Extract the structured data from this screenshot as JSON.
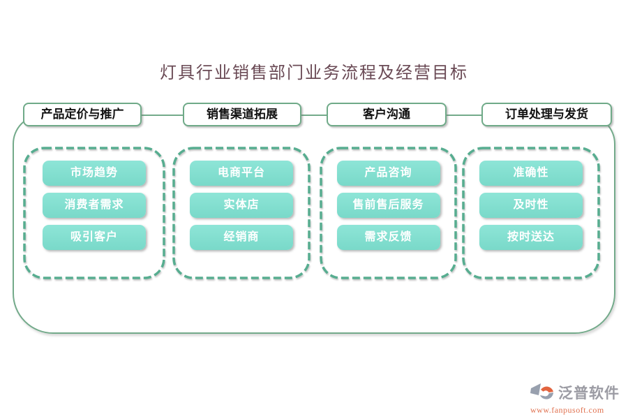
{
  "page": {
    "title": "灯具行业销售部门业务流程及经营目标"
  },
  "columns": [
    {
      "header": "产品定价与推广",
      "items": [
        "市场趋势",
        "消费者需求",
        "吸引客户"
      ]
    },
    {
      "header": "销售渠道拓展",
      "items": [
        "电商平台",
        "实体店",
        "经销商"
      ]
    },
    {
      "header": "客户沟通",
      "items": [
        "产品咨询",
        "售前售后服务",
        "需求反馈"
      ]
    },
    {
      "header": "订单处理与发货",
      "items": [
        "准确性",
        "及时性",
        "按时送达"
      ]
    }
  ],
  "colors": {
    "title_text": "#6a4a55",
    "button_fill": "#7edccd",
    "dashed_border": "#57ad90",
    "solid_border": "#73aa8a",
    "button_text": "#ffffff",
    "logo_text": "#9b9ba3",
    "logo_url_text": "#e0714f",
    "logo_accent_orange": "#e2643f",
    "logo_accent_gray": "#98a0ae"
  },
  "logo": {
    "brand": "泛普软件",
    "website": "www.fanpusoft.com"
  }
}
